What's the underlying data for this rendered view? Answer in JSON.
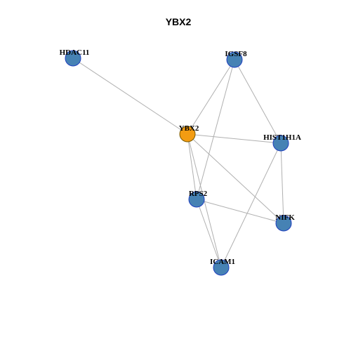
{
  "title": "YBX2",
  "colors": {
    "center_fill": "#F39C12",
    "center_stroke": "#7a5a00",
    "node_fill": "#4682B4",
    "node_stroke": "#1f3fbf",
    "edge": "#b0b0b0"
  },
  "nodes": [
    {
      "id": "HDAC11",
      "label": "HDAC11",
      "center": false
    },
    {
      "id": "IGSF8",
      "label": "IGSF8",
      "center": false
    },
    {
      "id": "YBX2",
      "label": "YBX2",
      "center": true
    },
    {
      "id": "HIST1H1A",
      "label": "HIST1H1A",
      "center": false
    },
    {
      "id": "RPS2",
      "label": "RPS2",
      "center": false
    },
    {
      "id": "NIFK",
      "label": "NIFK",
      "center": false
    },
    {
      "id": "ICAM1",
      "label": "ICAM1",
      "center": false
    }
  ],
  "edges": [
    [
      "HDAC11",
      "YBX2"
    ],
    [
      "IGSF8",
      "YBX2"
    ],
    [
      "IGSF8",
      "RPS2"
    ],
    [
      "IGSF8",
      "HIST1H1A"
    ],
    [
      "YBX2",
      "HIST1H1A"
    ],
    [
      "YBX2",
      "RPS2"
    ],
    [
      "YBX2",
      "NIFK"
    ],
    [
      "YBX2",
      "ICAM1"
    ],
    [
      "HIST1H1A",
      "NIFK"
    ],
    [
      "HIST1H1A",
      "ICAM1"
    ],
    [
      "RPS2",
      "NIFK"
    ],
    [
      "RPS2",
      "ICAM1"
    ]
  ]
}
